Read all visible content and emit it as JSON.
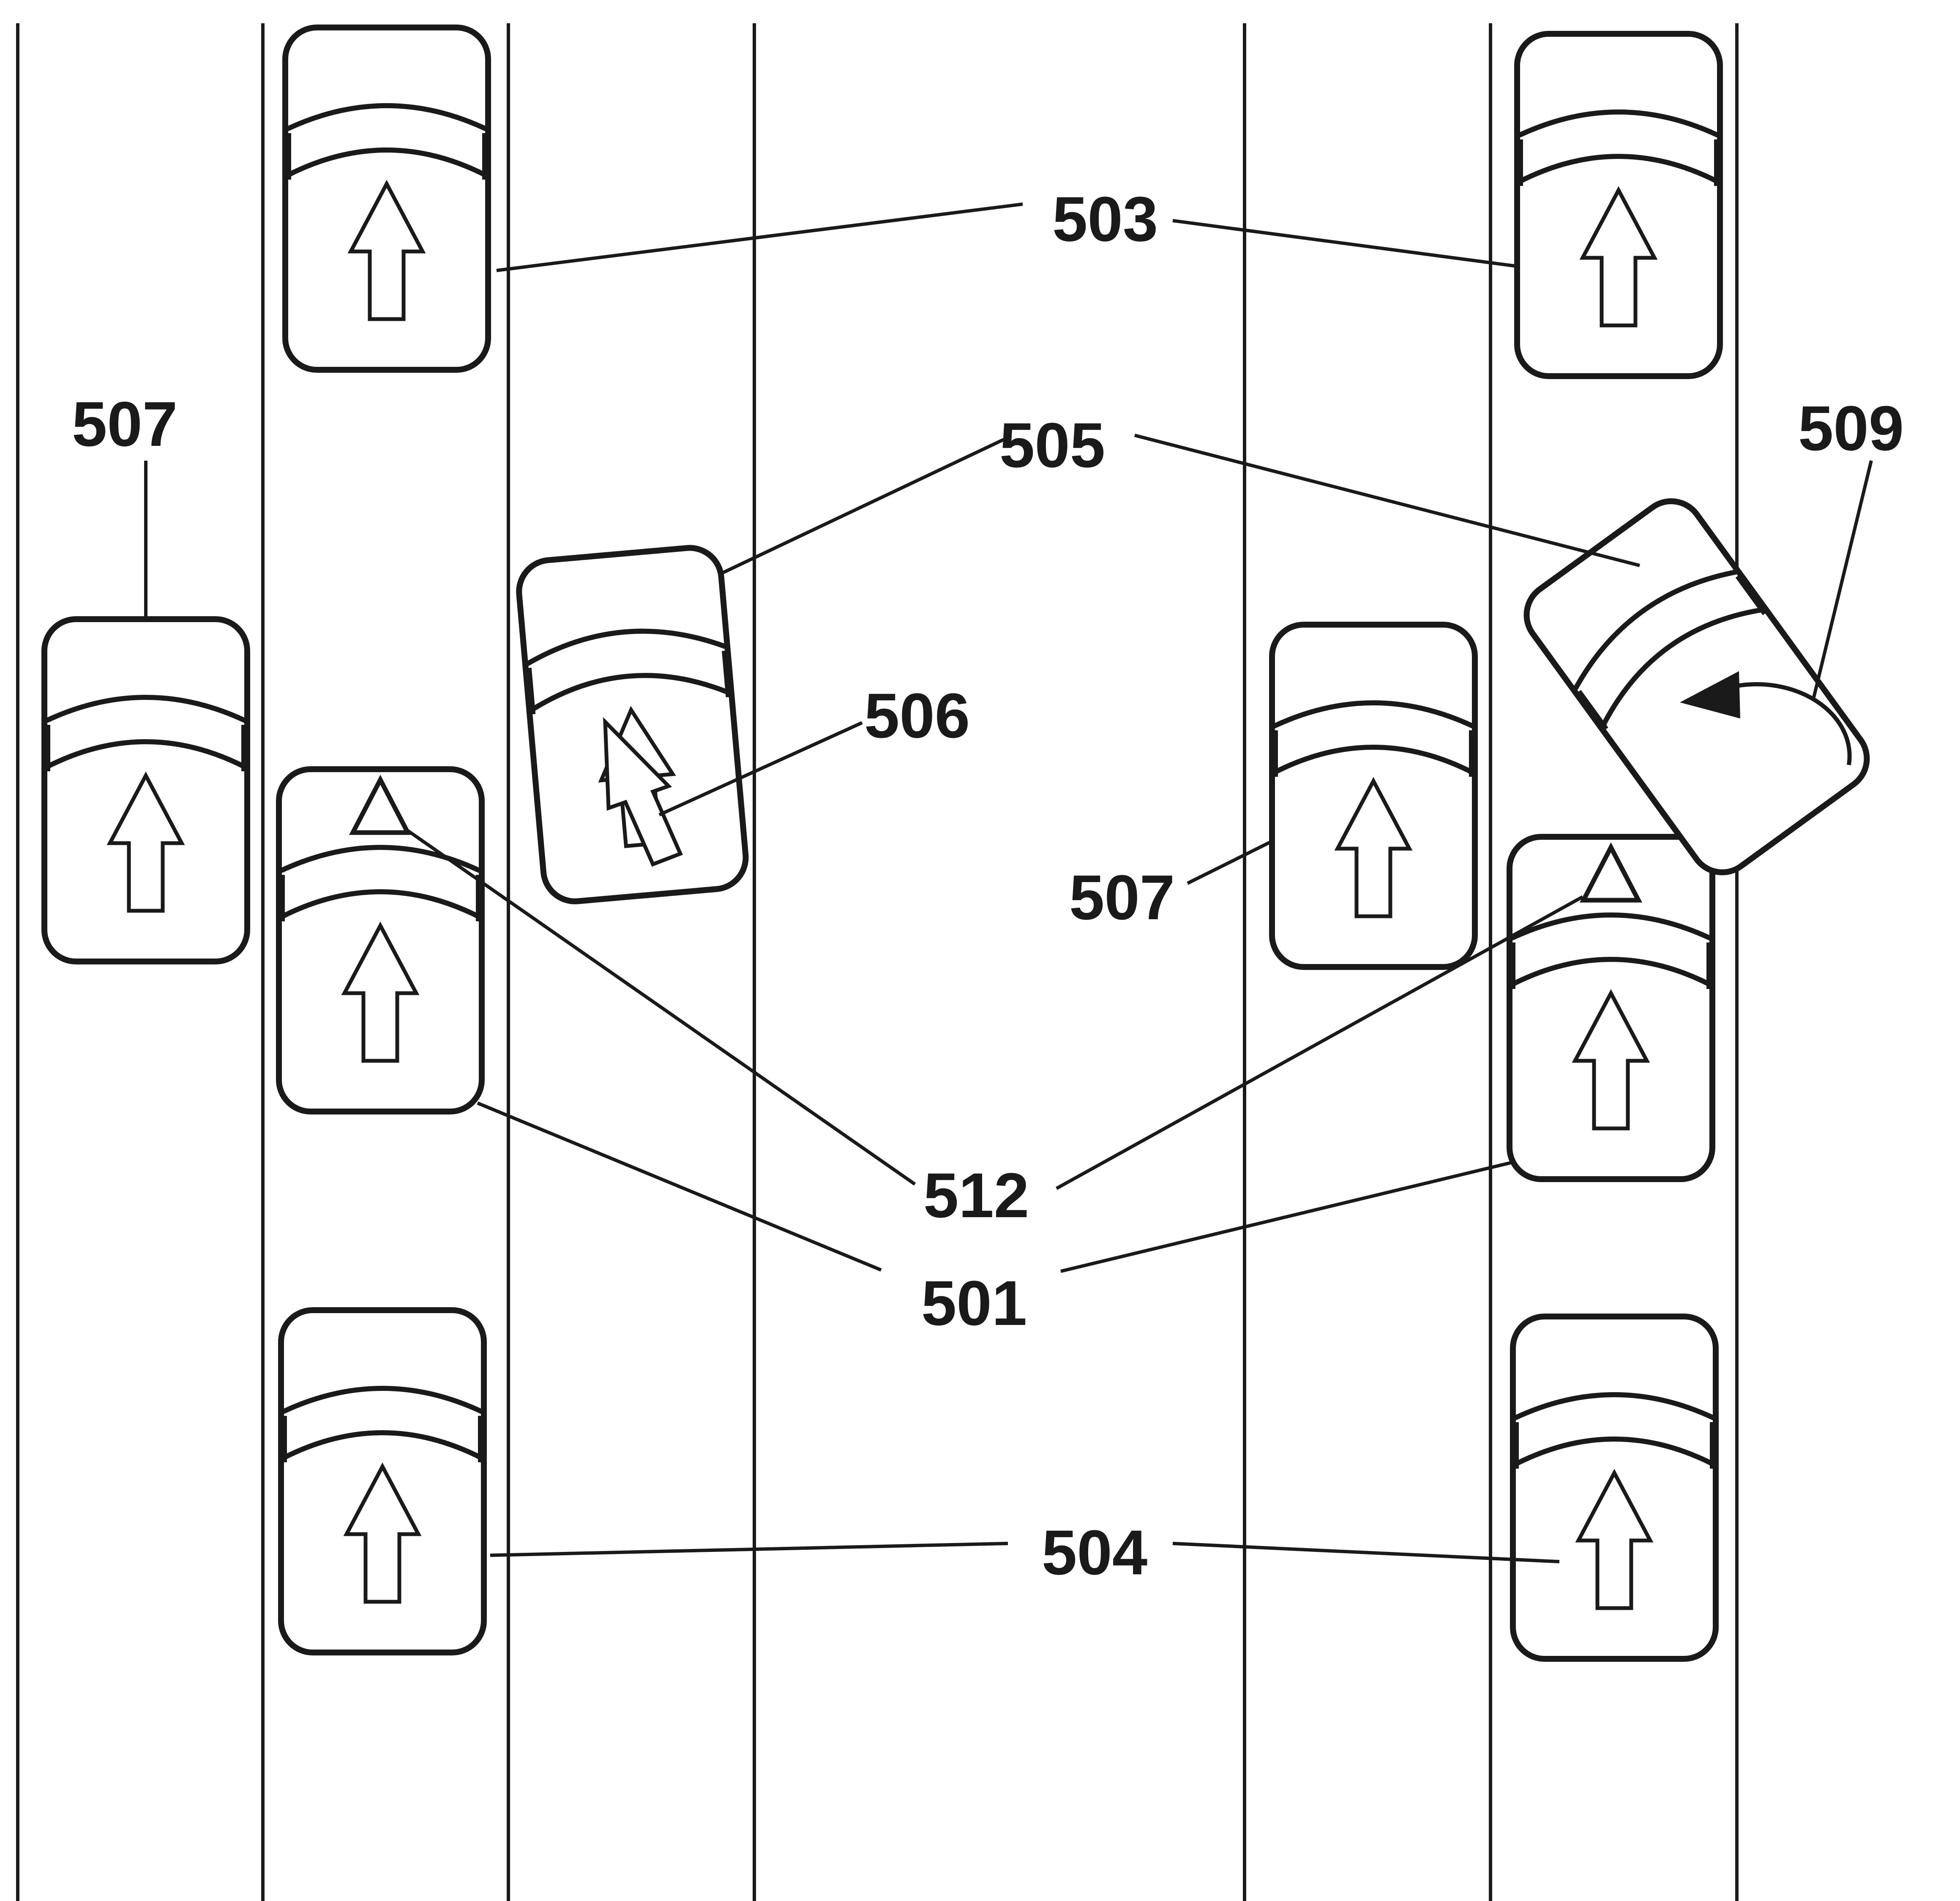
{
  "figure": {
    "labels": {
      "vehicle_503": "503",
      "vehicle_505": "505",
      "vehicle_507_left": "507",
      "vehicle_507_right": "507",
      "vehicle_509": "509",
      "arrow_506": "506",
      "marker_512": "512",
      "vehicle_501": "501",
      "vehicle_504": "504"
    }
  }
}
